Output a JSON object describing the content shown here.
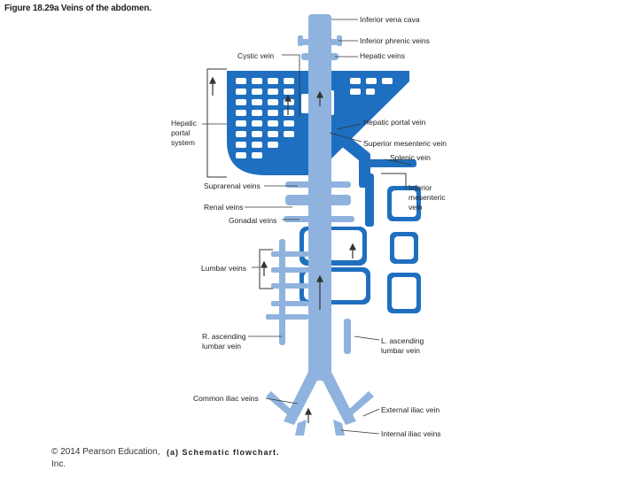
{
  "figure": {
    "title": "Figure 18.29a Veins of the abdomen.",
    "caption": "(a) Schematic flowchart.",
    "copyright_line1": "© 2014 Pearson Education,",
    "copyright_line2": "Inc."
  },
  "labels": {
    "inferior_vena_cava": "Inferior vena cava",
    "inferior_phrenic_veins": "Inferior phrenic veins",
    "hepatic_veins": "Hepatic veins",
    "cystic_vein": "Cystic vein",
    "hepatic_portal_system_1": "Hepatic",
    "hepatic_portal_system_2": "portal",
    "hepatic_portal_system_3": "system",
    "hepatic_portal_vein": "Hepatic portal vein",
    "superior_mesenteric_vein": "Superior mesenteric vein",
    "splenic_vein": "Splenic vein",
    "suprarenal_veins": "Suprarenal veins",
    "renal_veins": "Renal veins",
    "gonadal_veins": "Gonadal veins",
    "inferior_mesenteric_vein_1": "Inferior",
    "inferior_mesenteric_vein_2": "mesenteric",
    "inferior_mesenteric_vein_3": "vein",
    "lumbar_veins": "Lumbar veins",
    "r_ascending_lumbar_1": "R. ascending",
    "r_ascending_lumbar_2": "lumbar vein",
    "l_ascending_lumbar_1": "L. ascending",
    "l_ascending_lumbar_2": "lumbar vein",
    "common_iliac_veins": "Common iliac veins",
    "external_iliac_vein": "External iliac vein",
    "internal_iliac_veins": "Internal iliac veins"
  },
  "colors": {
    "systemic_vein": "#8fb3de",
    "portal_vein": "#1f6fc0",
    "leader_line": "#333333"
  }
}
